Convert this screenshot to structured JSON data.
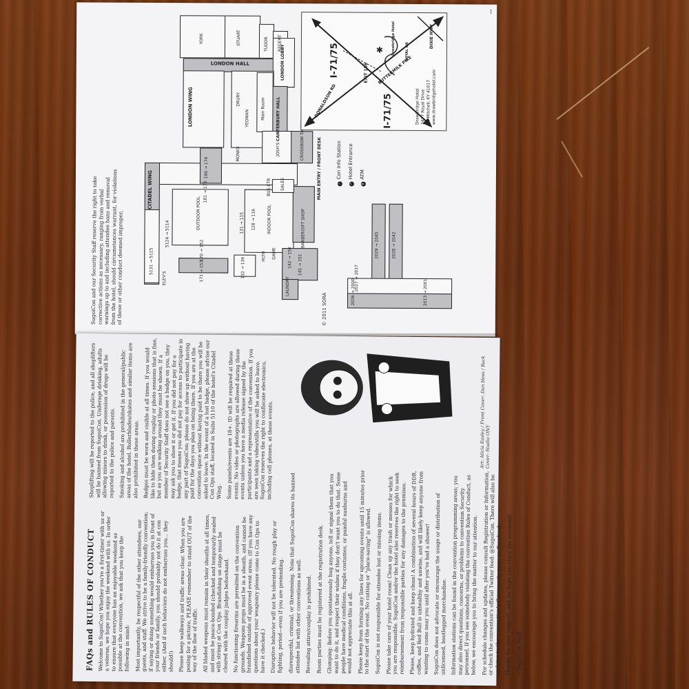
{
  "page_number": "1",
  "copyright": "© 2011 SORA",
  "map": {
    "areas": {
      "london_hall": "LONDON HALL",
      "london_lobby": "LONDON LOBBY",
      "canterbury_hall": "CANTERBURY HALL",
      "citadel_wing": "CITADEL WING",
      "london_wing": "LONDON WING",
      "main_entry": "MAIN ENTRY / FRONT DESK",
      "outdoor_pool": "OUTDOOR POOL",
      "indoor_pool": "INDOOR POOL",
      "gift_shop": "GIFT SHOP",
      "barber": "BARBER",
      "joshs": "JOSH'S",
      "crossbow_tavern": "CROSSBOW TAVERN",
      "health": "HLTH",
      "games": "GAME",
      "sales": "SALES",
      "bus_ctr": "BUS CTR",
      "main_room": "Main Room",
      "york": "YORK",
      "stuart": "STUART",
      "tudor": "TUDOR",
      "regent": "REGENT",
      "drury": "DRURY",
      "yeoman": "YEOMAN",
      "monks": "MONKS",
      "elevs": "ELEV'S",
      "laundry": "LAUNDRY"
    },
    "room_ranges": [
      "5131 → 5115",
      "5124 → 5114",
      "171 → 153",
      "170 → 152",
      "132 → 139",
      "131 → 115",
      "128 → 116",
      "181 → 173",
      "190 → 174",
      "142 → 150",
      "141 → 151",
      "2029 → 2045",
      "2028 → 2042",
      "2027 → 2017",
      "2026 → 2000",
      "2013 → 2001"
    ],
    "legend": [
      {
        "icon": "i",
        "label": "Con Info Station"
      },
      {
        "icon": "↗",
        "label": "Hotel Entrance"
      },
      {
        "icon": "$",
        "label": "ATM"
      }
    ],
    "inset": {
      "highway_top": "I-71/75",
      "highway_bottom": "I-71/75",
      "road_buttermilk": "BUTTERMILK PIKE",
      "road_dixie": "DIXIE HWY",
      "road_royal": "ROYAL DR",
      "road_donaldson": "DONALDSON RD",
      "exit": "EXIT 186",
      "hotel_marker": "Drawbridge Hotel",
      "address_lines": [
        "Drawbridge Hotel",
        "2477 Royal Drive",
        "Ft. Mitchell, KY 41017",
        "www.drawbridgehotel.com"
      ]
    }
  },
  "faq": {
    "title": "FAQs and RULES OF CONDUCT",
    "paragraphs": [
      "Welcome to SugoiCon! Whether you're a first-timer with us or a veteran, we hope you enjoy the weekend with us. In order to ensure that everyone has an enjoyable weekend as possible at the convention, we ask that you keep the following in mind:",
      "Most importantly, be respectful of the other attendees, our guests, and staff. We strive to be a family-friendly convention; if saying or doing something would embarrass you in front of your friends or family, you should probably not do it at con either. (And if such behaviors do not embarrass you... they should!)",
      "Please keep walkways and traffic areas clear. When you are posing for a picture, PLEASE remember to stand OUT of the way of the flow of traffic.",
      "All bladed weapons must remain in their sheaths at all times, and must be peace-bonded (checked and temporarily sealed with string) at Con Ops. Brandishing on stage must be cleared with the cosplay judges beforehand.",
      "No functioning firearms are permitted on the convention grounds. Weapons props must be in a sheath, and cannot be brandished outside of approved event areas. (If you have any questions about your weaponry please come to Con Ops to have it checked.)",
      "Disruptive behavior will not be tolerated. No rough play or fighting, period—even if you are pretending.",
      "Shoplifting will be reported to the police, and all shoplifters will be banned from SugoiCon. Underage drinking, adults allowing minors to drink, or possession of drugs will be reported to the police and parents.",
      "Smoking and alcohol are prohibited in the general/public areas of the hotel. Rollerblades/skates and similar items are also prohibited in these areas.",
      "Badges must be worn and visible at all times. If you would like to hide them during cosplay or photo sessions that is fine, but as you are walking around they must be shown. If a member of Security Staff does not see a badge on you, they may ask you to show it or get it. If you did not pay for a badge, that means you did not pay for access to participate in any part of SugoiCon; please do not show up without having paid for the days you plan on being there. If you are at the convention space without having paid to be there you will be asked to leave. In the event of a lost badge, please advise our Con Ops staff, located in Suite 5110 of the hotel's Citadel Wing.",
      "Some panels/events are 18+. ID will be required at these events. No video or photographs are allowed during these events unless you have a media release signed by the participants and a representative of the convention. If you are seen taking video/stills you will be asked to leave. SugoiCon reserves the right to confiscate electronics, including cell phones, at these events.",
      "SugoiCon and our Security Staff reserve the right to take corrective actions as necessary, ranging from verbal warnings up to and including attendee bans and removal from the hotel, should circumstances warrant, for violations of these or other conduct deemed improper,"
    ],
    "paragraphs_col2": [
      "disrespectful, criminal, or threatening. Note that SugoiCon shares its banned attendee list with other conventions as well.",
      "Revealing attire/cosplay is prohibited.",
      "Room parties must be registered at the registration desk.",
      "Glomping: Before you spontaneously hug anyone, tell or signal them that you want to do it, and respect their wishes if they don't want you to do that. Some people have medical conditions, fragile costumes, or painful sunburns and would not appreciate this at all.",
      "Please keep from forming any lines for upcoming events until 15 minutes prior to the start of the event. No cutting or \"place-saving\" is allowed.",
      "SugoiCon is not responsible for attendee lost or missing items.",
      "Please take care of your hotel room! Clean up any trash or messes for which you are responsible. SugoiCon and/or the hotel also reserves the right to seek reimbursement from responsible parties for any damages to the premises.",
      "Please, keep hydrated and keep clean! A combination of several hours of DDR, coffee, and Red Bull is unhealthy and unwise, and will likely keep anyone from wanting to come near you until after you've had a shower!",
      "SugoiCon does not advocate or encourage the usage or distribution of unlicensed, bootlegged merchandise.",
      "Information stations can be found in the convention programming areas; you may also direct questions, concerns, or problems to convention Security personnel. If you see somebody violating the convention Rules of Conduct, as below, we encourage you to bring the matter to our attention.",
      "For schedule changes and updates, please consult Registration or Information, or check the convention's official Twitter feed: @SugoiCon. There will also be updates to the convention's Community page on Facebook.",
      "Thanks for your support, and we hope you enjoy the weekend!"
    ],
    "signoff": "—SugoiCon Staff",
    "credits": "Art: Alicia Easley / Front Cover: Dan Hess / Back Cover: Studio ONY"
  }
}
